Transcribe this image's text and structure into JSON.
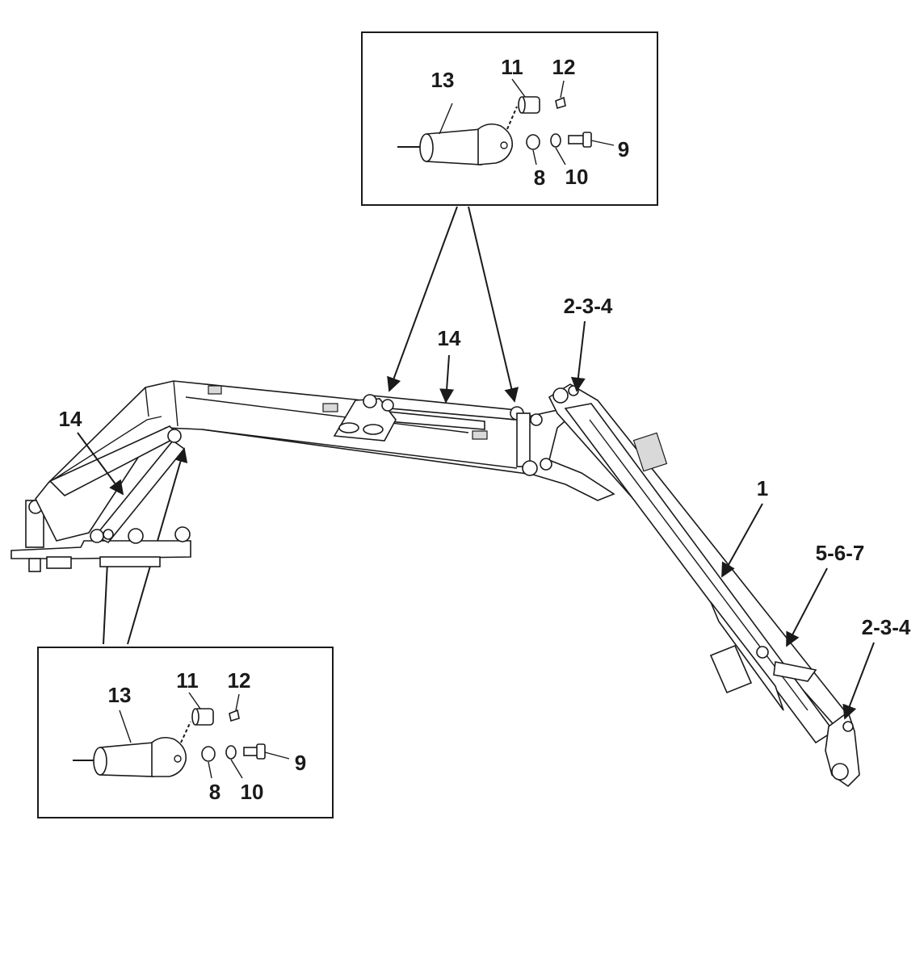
{
  "callouts": {
    "top_box": {
      "pin": "13",
      "nut": "11",
      "grease_fitting": "12",
      "bolt": "9",
      "washer_a": "8",
      "washer_b": "10"
    },
    "bottom_box": {
      "pin": "13",
      "nut": "11",
      "grease_fitting": "12",
      "bolt": "9",
      "washer_a": "8",
      "washer_b": "10"
    },
    "cylinder_upper": "14",
    "cylinder_lower": "14",
    "dipper_arm": "1",
    "bucket_pin_top": "2-3-4",
    "bucket_pin_bottom": "2-3-4",
    "seal_kit": "5-6-7"
  }
}
